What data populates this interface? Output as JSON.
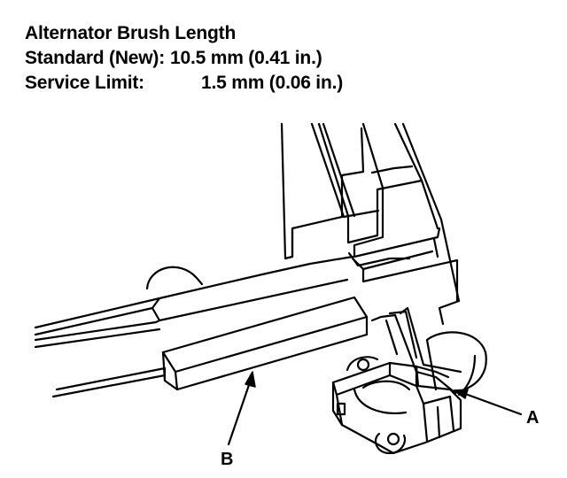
{
  "spec": {
    "title": "Alternator Brush Length",
    "standard_label": "Standard (New):",
    "standard_value": "10.5 mm (0.41 in.)",
    "limit_label": "Service Limit:",
    "limit_value": "1.5 mm (0.06 in.)"
  },
  "callouts": {
    "a": "A",
    "b": "B"
  }
}
